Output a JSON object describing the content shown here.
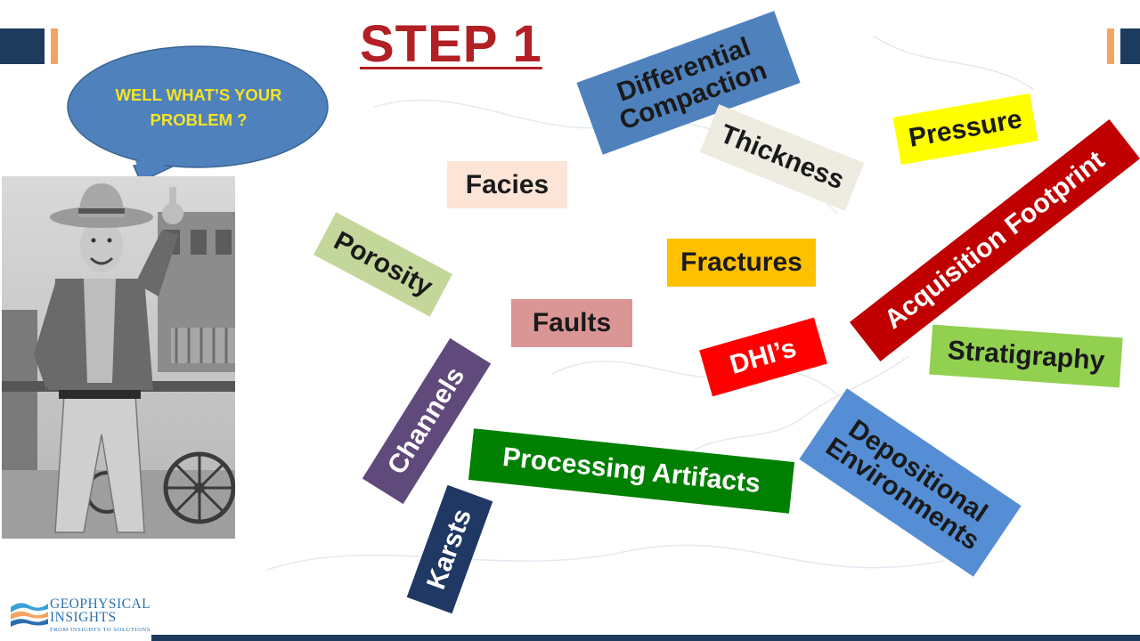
{
  "slide": {
    "title": "STEP 1",
    "speech_bubble": {
      "line1": "WELL WHAT’S YOUR",
      "line2": "PROBLEM ?"
    },
    "logo": {
      "line1": "GEOPHYSICAL",
      "line2": "INSIGHTS",
      "tagline": "FROM INSIGHTS TO SOLUTIONS"
    }
  },
  "tags": {
    "differential_compaction": {
      "line1": "Differential",
      "line2": "Compaction",
      "color": "#4f81bd"
    },
    "thickness": {
      "label": "Thickness",
      "color": "#eeece1"
    },
    "pressure": {
      "label": "Pressure",
      "color": "#ffff00"
    },
    "facies": {
      "label": "Facies",
      "color": "#fce4d6"
    },
    "acquisition_footprint": {
      "label": "Acquisition Footprint",
      "color": "#c00000"
    },
    "porosity": {
      "label": "Porosity",
      "color": "#c4d79b"
    },
    "fractures": {
      "label": "Fractures",
      "color": "#ffc000"
    },
    "faults": {
      "label": "Faults",
      "color": "#da9694"
    },
    "stratigraphy": {
      "label": "Stratigraphy",
      "color": "#92d050"
    },
    "dhis": {
      "label": "DHI’s",
      "color": "#ff0000"
    },
    "channels": {
      "label": "Channels",
      "color": "#604a7b"
    },
    "processing_artifacts": {
      "label": "Processing Artifacts",
      "color": "#008000"
    },
    "depositional_environments": {
      "line1": "Depositional",
      "line2": "Environments",
      "color": "#558ed5"
    },
    "karsts": {
      "label": "Karsts",
      "color": "#1f3864"
    }
  },
  "colors": {
    "title": "#b21f24",
    "bubble_fill": "#4f81bd",
    "bubble_text": "#f5e326",
    "navy": "#1d3b5c",
    "accent_orange": "#f4a460"
  }
}
